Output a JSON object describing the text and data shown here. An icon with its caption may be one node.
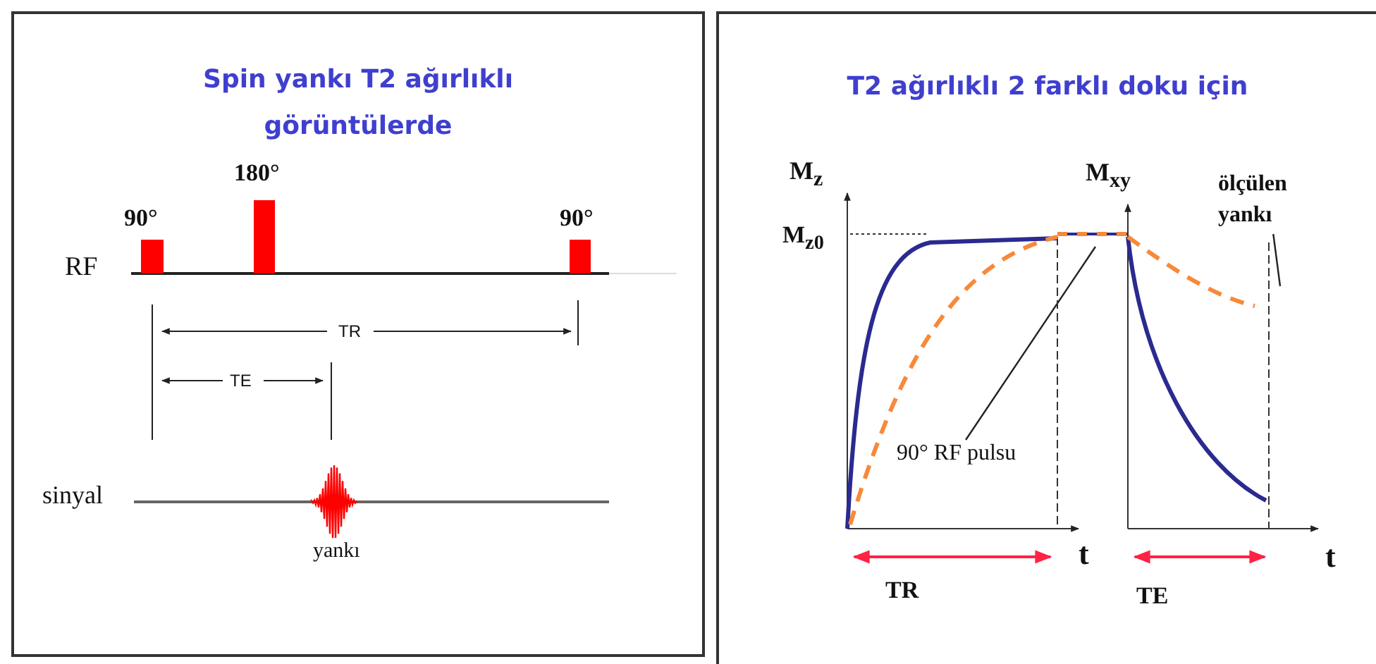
{
  "diagram": {
    "nodes": [
      {
        "text": [
          "Spin yankı T2 ağırlıklı görüntülerde"
        ]
      },
      {
        "text": [
          "T2 ağırlıklı 2 farklı doku için"
        ]
      },
      {
        "text": [
          "90° RF pulsu"
        ],
        "in": 1
      },
      {
        "text": [
          "ölçülen yankı"
        ],
        "in": 1
      }
    ],
    "edges": [
      {
        "from": 2,
        "to": null,
        "arrow": "none"
      },
      {
        "from": 3,
        "to": null,
        "arrow": "none"
      }
    ],
    "labels": [
      "90°",
      "180°",
      "90°",
      "RF",
      "TR",
      "TE",
      "sinyal",
      "yankı",
      "M$_{z}$",
      "M$_{xy}$",
      "M$_{z0}$",
      "t",
      "t",
      "TR",
      "TE"
    ]
  }
}
